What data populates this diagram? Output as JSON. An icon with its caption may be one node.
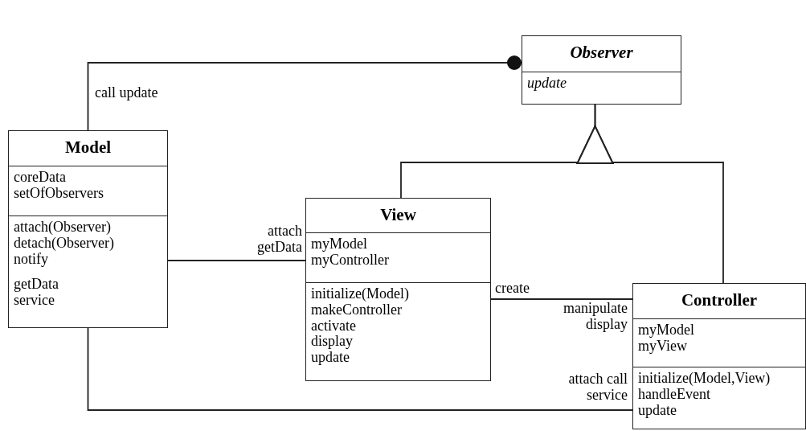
{
  "diagram": {
    "nodes": [
      {
        "text": [
          "Observer",
          "update"
        ]
      },
      {
        "text": [
          "Model",
          "coreData setOfObservers",
          "attach(Observer) detach(Observer) notify",
          "getData service"
        ]
      },
      {
        "text": [
          "View",
          "myModel myController",
          "initialize(Model) makeController activate display update"
        ]
      },
      {
        "text": [
          "Controller",
          "myModel myView",
          "initialize(Model,View) handleEvent update"
        ]
      }
    ],
    "edges": [
      {
        "from": 1,
        "to": 0,
        "arrow": "other",
        "label": "call update"
      },
      {
        "from": 2,
        "to": 0,
        "arrow": "to"
      },
      {
        "from": 3,
        "to": 0,
        "arrow": "to"
      },
      {
        "from": 1,
        "to": 2,
        "arrow": "none",
        "label": "attach getData"
      },
      {
        "from": 2,
        "to": 3,
        "arrow": "none",
        "label": "manipulate display"
      },
      {
        "from": 1,
        "to": 3,
        "arrow": "none",
        "label": "attach call service"
      }
    ],
    "labels": [
      "create"
    ]
  }
}
